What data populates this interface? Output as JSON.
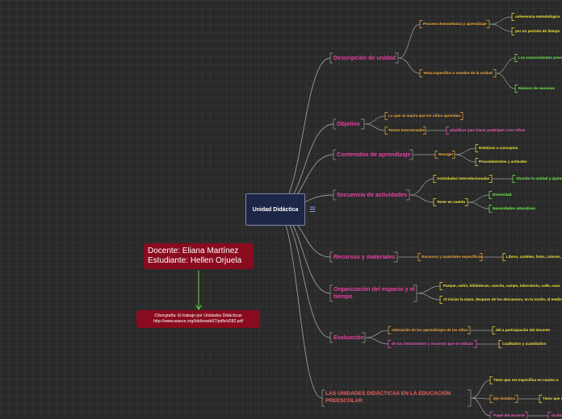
{
  "root": {
    "label": "Unidad Didáctica",
    "menu_icon": "hamburger-menu-icon"
  },
  "colors": {
    "background": "#2a2a2a",
    "root_fill": "#1d2647",
    "branch_text": "#ea3fa0",
    "connector": "#9a9a9a",
    "orange": "#f2a93b",
    "yellow": "#f2e23b",
    "green": "#6ff24a",
    "pink": "#ef5cc0",
    "red": "#f06060",
    "note_fill": "#8a0b1e"
  },
  "branches": [
    {
      "label": "Descripción de unidad",
      "children": [
        {
          "label": "Proceso deenseñanza y aprendizaje",
          "color": "orange",
          "children": [
            {
              "label": "coherencia metodológica",
              "color": "yellow"
            },
            {
              "label": "por un período de tiempo",
              "color": "yellow"
            }
          ]
        },
        {
          "label": "Tema específico o nombre de la unidad",
          "color": "orange",
          "children": [
            {
              "label": "Los conocimientos previos",
              "color": "green"
            },
            {
              "label": "Número de sesiones",
              "color": "green"
            }
          ]
        }
      ]
    },
    {
      "label": "Objetivo",
      "children": [
        {
          "label": "Lo que se aspira que los niños aprendan",
          "color": "orange",
          "children": []
        },
        {
          "label": "Temas transversales",
          "color": "orange",
          "children": [
            {
              "label": "planificar para hacer participes a los niños",
              "color": "pink"
            }
          ]
        }
      ]
    },
    {
      "label": "Contenidos de aprendizaje",
      "children": [
        {
          "label": "Recoger",
          "color": "orange",
          "children": [
            {
              "label": "Relativos a conceptos",
              "color": "yellow"
            },
            {
              "label": "Procedimientos y  actitudes",
              "color": "yellow"
            }
          ]
        }
      ]
    },
    {
      "label": "Secuencia de actividades",
      "children": [
        {
          "label": "Actividades interrelacionadas",
          "color": "yellow",
          "children": [
            {
              "label": "Abordar la  unidad y ajustarla",
              "color": "green"
            }
          ]
        },
        {
          "label": "Tener en cuenta",
          "color": "yellow",
          "children": [
            {
              "label": "Diversidad",
              "color": "green"
            },
            {
              "label": "Necesidades educativas",
              "color": "green"
            }
          ]
        }
      ]
    },
    {
      "label": "Recursos y materiales",
      "children": [
        {
          "label": "Recursos y materiales específicos",
          "color": "orange",
          "children": [
            {
              "label": "Libros, cartéles, fotos, colores, etc",
              "color": "yellow"
            }
          ]
        }
      ]
    },
    {
      "label": "Organización del espacio y el tiempo",
      "children": [
        {
          "label": "Parque, salón, bibliotecas, cancha, campo, laboratorio, calle, casa",
          "color": "yellow",
          "children": []
        },
        {
          "label": "Al iniciar la clase, despues de los descansos, en la noche,  al medio día",
          "color": "yellow",
          "children": []
        }
      ]
    },
    {
      "label": "Evaluación",
      "children": [
        {
          "label": "Valoración de los aprendizajes de los niños",
          "color": "orange",
          "children": [
            {
              "label": "del a participación del docente",
              "color": "yellow"
            }
          ]
        },
        {
          "label": "de los instrumentos y recursos que se utilizan",
          "color": "pink",
          "children": [
            {
              "label": "Cualitativo y cuantitativo",
              "color": "yellow"
            }
          ]
        }
      ]
    },
    {
      "label": "LAS UNIDADES DIDÁCTICAS EN LA EDUCACIÓN PREESCOLAR",
      "special": true,
      "children": [
        {
          "label": "Tiene que ser específica en cuanto a:",
          "color": "yellow",
          "children": []
        },
        {
          "label": "Eje temático",
          "color": "orange",
          "children": [
            {
              "label": "Tiene que ser",
              "color": "yellow"
            }
          ]
        },
        {
          "label": "Papel del docente",
          "color": "pink",
          "children": [
            {
              "label": "facilitador",
              "color": "pink"
            }
          ]
        }
      ]
    }
  ],
  "notes": {
    "teacher": {
      "line1": "Docente: Eliana Martínez",
      "line2": "Estudiante: Hellen Orjuela"
    },
    "citation": {
      "line1": "Cibergrafía:  El trabajo por Unidades Didácticas",
      "line2": "http://www.waece.org/biblioweb07/pdfs/d282.pdf"
    }
  }
}
